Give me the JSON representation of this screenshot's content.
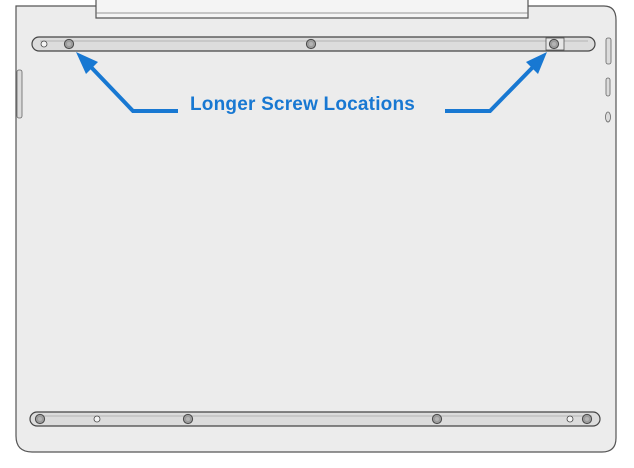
{
  "figure": {
    "subject": "laptop-bottom-cover",
    "callout": {
      "label": "Longer Screw Locations",
      "color": "#1878d2"
    },
    "colors": {
      "chassis_fill": "#ececec",
      "chassis_stroke": "#555555",
      "rail_fill": "#dcdcdc",
      "screw_fill": "#9c9c9c",
      "screw_stroke": "#4a4a4a"
    },
    "highlighted_screws": [
      "top-left-screw",
      "top-right-screw"
    ]
  }
}
